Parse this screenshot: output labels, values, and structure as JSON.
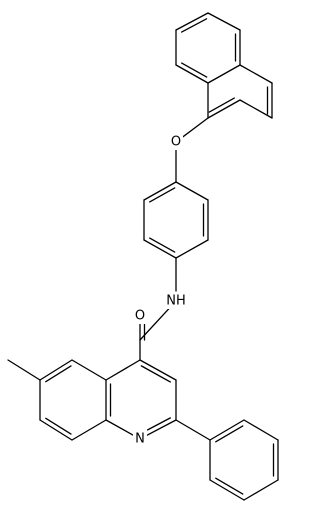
{
  "atom_labels": {
    "ether_oxygen": "O",
    "amide_nitrogen": "NH",
    "carbonyl_oxygen": "O",
    "ring_nitrogen": "N"
  },
  "colors": {
    "bond": "#000000",
    "background": "#ffffff"
  }
}
